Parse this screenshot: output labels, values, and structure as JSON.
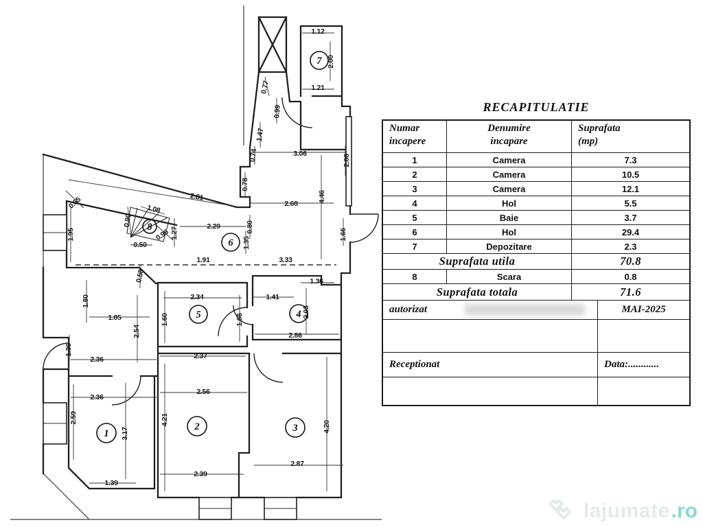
{
  "plan": {
    "rooms": {
      "n1": "1",
      "n2": "2",
      "n3": "3",
      "n4": "4",
      "n5": "5",
      "n6": "6",
      "n7": "7",
      "n8": "8"
    },
    "dims": {
      "d_112": "1.12",
      "d_200": "2.00",
      "d_121": "1.21",
      "d_077": "0.77",
      "d_099": "0.99",
      "d_147": "1.47",
      "d_074": "0.74",
      "d_306": "3.06",
      "d_208": "2.08",
      "d_078": "0.78",
      "d_268": "2.68",
      "d_446": "4.46",
      "d_080": "0.80",
      "d_166r": "1.66",
      "d_229": "2.29",
      "d_135": "1.35",
      "d_191": "1.91",
      "d_333": "3.33",
      "d_281": "2.81",
      "d_065": "0.65",
      "d_195": "1.95",
      "d_090": "0.90",
      "d_108": "1.08",
      "d_096": "0.96",
      "d_050": "0.50",
      "d_127": "1.27",
      "d_058": "0.58",
      "d_180": "1.80",
      "d_185": "1.85",
      "d_254": "2.54",
      "d_136l": "1.36",
      "d_236a": "2.36",
      "d_236b": "2.36",
      "d_259": "2.59",
      "d_317": "3.17",
      "d_139": "1.39",
      "d_234": "2.34",
      "d_160": "1.60",
      "d_166b": "1.66",
      "d_141": "1.41",
      "d_136r": "1.36",
      "d_203": "2.03",
      "d_286": "2.86",
      "d_237": "2.37",
      "d_256": "2.56",
      "d_421": "4.21",
      "d_239": "2.39",
      "d_420": "4.20",
      "d_287": "2.87"
    }
  },
  "table": {
    "title": "RECAPITULATIE",
    "col1_header_l1": "Numar",
    "col1_header_l2": "incapere",
    "col2_header_l1": "Denumire",
    "col2_header_l2": "incapare",
    "col3_header_l1": "Suprafata",
    "col3_header_l2": "(mp)",
    "rows": [
      {
        "nr": "1",
        "name": "Camera",
        "area": "7.3"
      },
      {
        "nr": "2",
        "name": "Camera",
        "area": "10.5"
      },
      {
        "nr": "3",
        "name": "Camera",
        "area": "12.1"
      },
      {
        "nr": "4",
        "name": "Hol",
        "area": "5.5"
      },
      {
        "nr": "5",
        "name": "Baie",
        "area": "3.7"
      },
      {
        "nr": "6",
        "name": "Hol",
        "area": "29.4"
      },
      {
        "nr": "7",
        "name": "Depozitare",
        "area": "2.3"
      }
    ],
    "utila_label": "Suprafata  utila",
    "utila_value": "70.8",
    "scara": {
      "nr": "8",
      "name": "Scara",
      "area": "0.8"
    },
    "totala_label": "Suprafata  totala",
    "totala_value": "71.6",
    "autorizat_label": "autorizat",
    "autorizat_value": "MAI-2025",
    "receptionat_label": "Receptionat",
    "data_label": "Data:............"
  },
  "watermark": {
    "brand": "lajumate",
    "tld": ".ro"
  }
}
